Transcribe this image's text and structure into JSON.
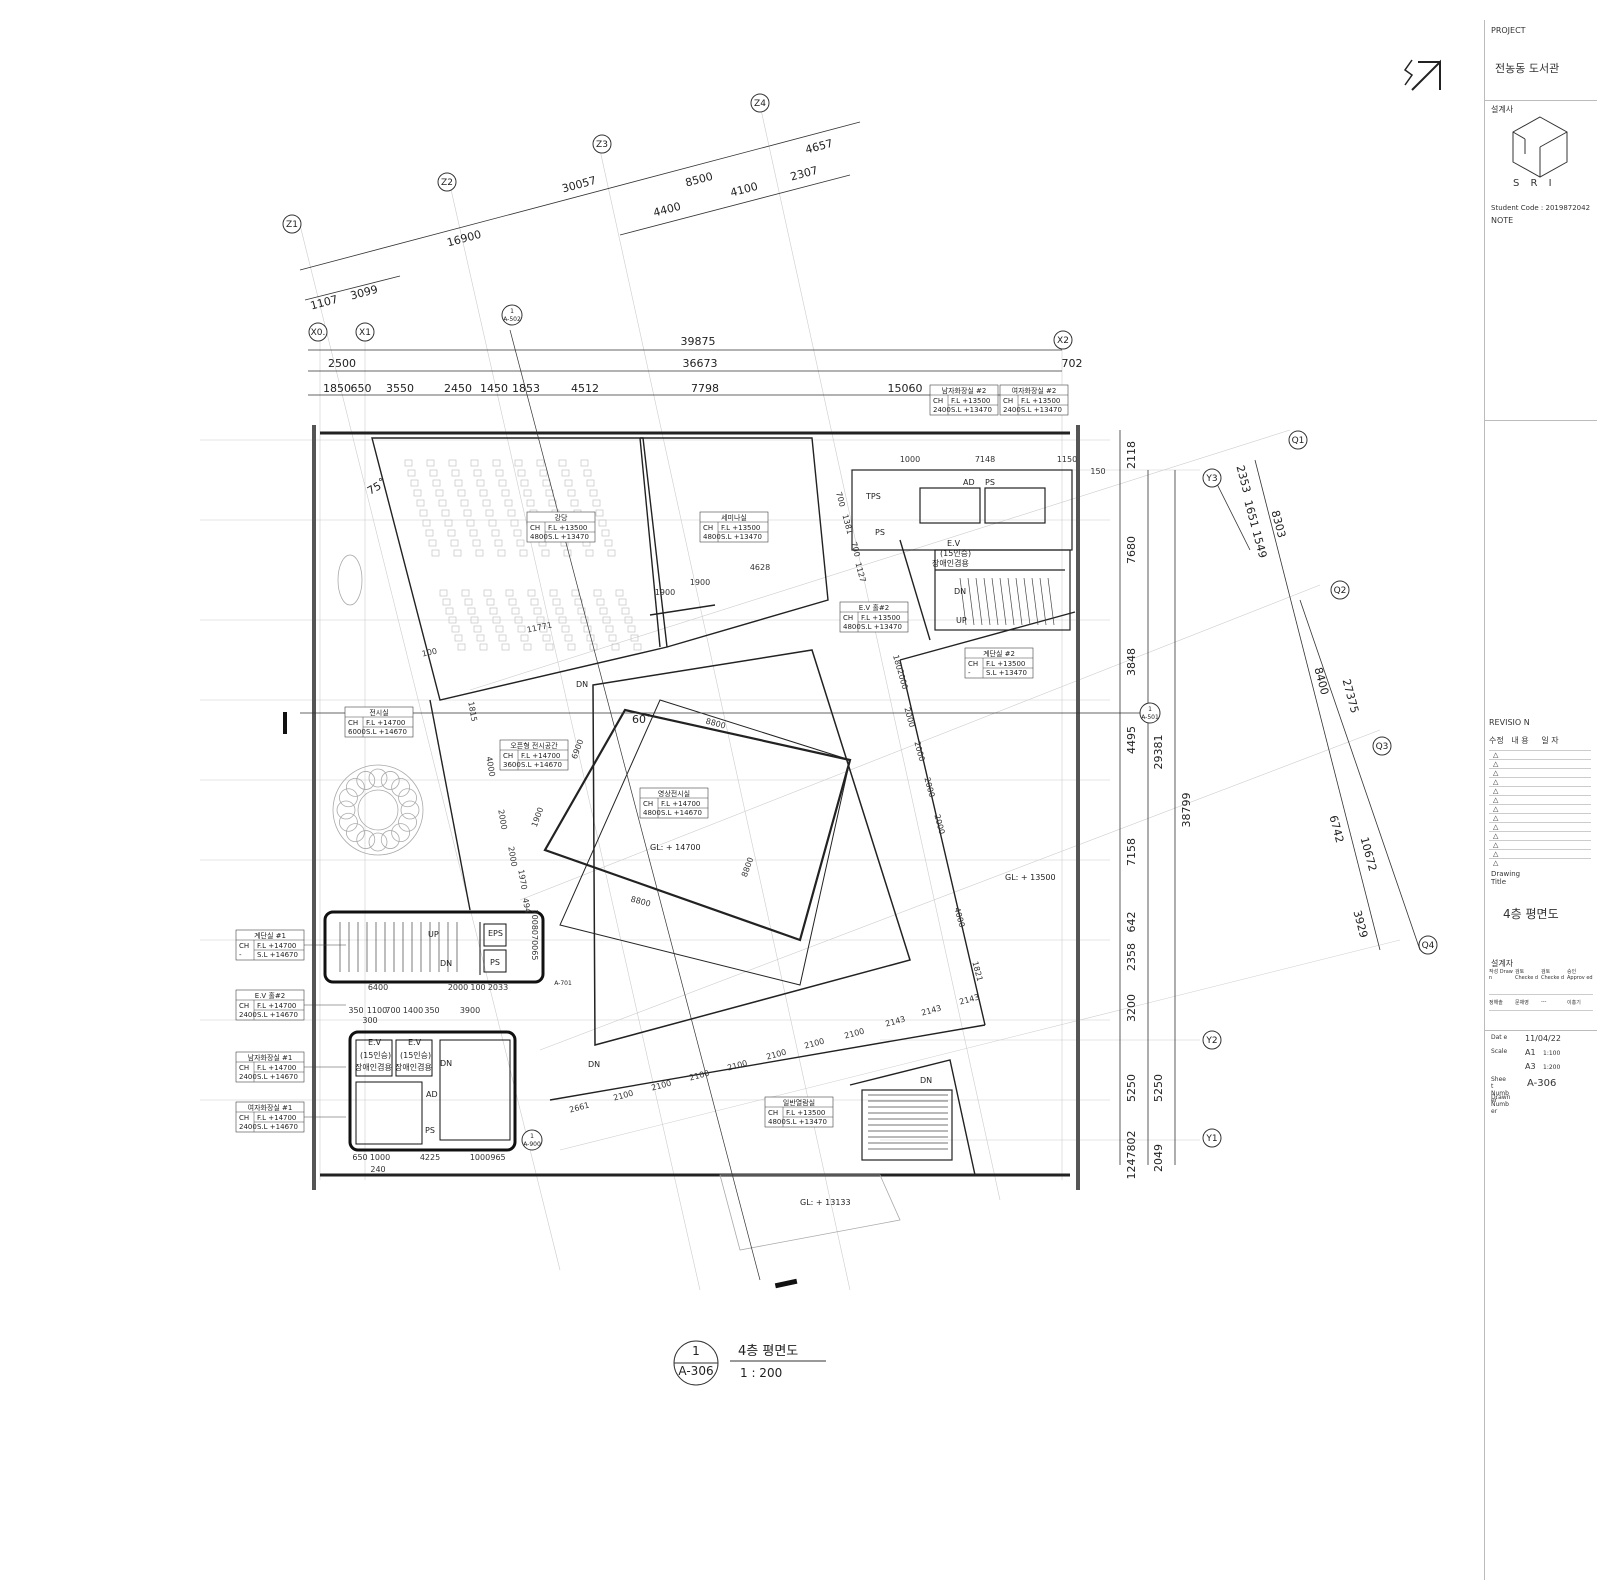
{
  "project": {
    "label": "PROJECT",
    "name": "전농동 도서관"
  },
  "designer": {
    "label": "설계사",
    "logo_text": "S R I",
    "student_code": "Student Code : 2019872042",
    "note": "NOTE"
  },
  "revision": {
    "label": "REVISIO N",
    "headers": [
      "수정",
      "내 용",
      "일 자"
    ]
  },
  "drawing_title": {
    "label": "Drawing Title",
    "value": "4층 평면도"
  },
  "approval": {
    "label": "설계자",
    "headers": [
      "작성 Draw n",
      "검토 Checke d",
      "검토 Checke d",
      "승인 Approv ed"
    ],
    "values": [
      "정해솔",
      "문채영",
      "---",
      "이홍기"
    ]
  },
  "sheet": {
    "date_label": "Dat e",
    "date": "11/04/22",
    "scale_label": "Scale",
    "a1": "A1",
    "a1_scale": "1:100",
    "a3": "A3",
    "a3_scale": "1:200",
    "sheet_label": "Shee t Numb er",
    "sheet_no": "A-306",
    "drawn_label": "Drawn Numb er"
  },
  "plan_title": {
    "number": "1",
    "sheet": "A-306",
    "name": "4층 평면도",
    "scale": "1 : 200"
  },
  "grid_bubbles": {
    "z": [
      "Z1",
      "Z2",
      "Z3",
      "Z4"
    ],
    "x": [
      "X0.",
      "X1",
      "X2"
    ],
    "y": [
      "Y3",
      "Y2",
      "Y1"
    ],
    "q": [
      "Q1",
      "Q2",
      "Q3",
      "Q4"
    ]
  },
  "dims_top": {
    "oblique_1": [
      "16900",
      "30057",
      "8500",
      "4657"
    ],
    "oblique_2": [
      "4400",
      "4100",
      "2307"
    ],
    "oblique_3": [
      "1107",
      "3099"
    ],
    "total": "39875",
    "row2": [
      "2500",
      "36673",
      "702"
    ],
    "row3": [
      "1850",
      "650",
      "3550",
      "2450",
      "1450",
      "1853",
      "4512",
      "7798",
      "15060"
    ]
  },
  "dims_right": {
    "col1": [
      "2118",
      "7680",
      "3848",
      "4495",
      "7158",
      "642",
      "2358",
      "3200",
      "5250",
      "1247802"
    ],
    "col2": [
      "29381",
      "5250",
      "2049"
    ],
    "total": "38799",
    "oblique": [
      "2353",
      "1651 1549",
      "8303",
      "8400",
      "27375",
      "6742",
      "10672",
      "3929"
    ]
  },
  "rooms": [
    {
      "name": "강당",
      "ch": "CH",
      "chv": "4800",
      "fl": "F.L  +13500",
      "sl": "S.L  +13470"
    },
    {
      "name": "세미나실",
      "ch": "CH",
      "chv": "4800",
      "fl": "F.L  +13500",
      "sl": "S.L  +13470"
    },
    {
      "name": "남자화장실 #2",
      "ch": "CH",
      "chv": "2400",
      "fl": "F.L  +13500",
      "sl": "S.L  +13470"
    },
    {
      "name": "여자화장실 #2",
      "ch": "CH",
      "chv": "2400",
      "fl": "F.L  +13500",
      "sl": "S.L  +13470"
    },
    {
      "name": "E.V 홀#2",
      "ch": "CH",
      "chv": "4800",
      "fl": "F.L  +13500",
      "sl": "S.L  +13470"
    },
    {
      "name": "계단실 #2",
      "ch": "CH",
      "chv": "-",
      "fl": "F.L  +13500",
      "sl": "S.L  +13470"
    },
    {
      "name": "전시실",
      "ch": "CH",
      "chv": "6000",
      "fl": "F.L  +14700",
      "sl": "S.L  +14670"
    },
    {
      "name": "오픈형 전시공간",
      "ch": "CH",
      "chv": "3600",
      "fl": "F.L  +14700",
      "sl": "S.L  +14670"
    },
    {
      "name": "영상전시실",
      "ch": "CH",
      "chv": "4800",
      "fl": "F.L  +14700",
      "sl": "S.L  +14670"
    },
    {
      "name": "일반열람실",
      "ch": "CH",
      "chv": "4800",
      "fl": "F.L  +13500",
      "sl": "S.L  +13470"
    }
  ],
  "left_tags": [
    {
      "name": "계단실 #1",
      "ch": "CH",
      "chv": "-",
      "fl": "F.L  +14700",
      "sl": "S.L  +14670"
    },
    {
      "name": "E.V 홀#2",
      "ch": "CH",
      "chv": "2400",
      "fl": "F.L  +14700",
      "sl": "S.L  +14670"
    },
    {
      "name": "남자화장실 #1",
      "ch": "CH",
      "chv": "2400",
      "fl": "F.L  +14700",
      "sl": "S.L  +14670"
    },
    {
      "name": "여자화장실 #1",
      "ch": "CH",
      "chv": "2400",
      "fl": "F.L  +14700",
      "sl": "S.L  +14670"
    }
  ],
  "annotations": {
    "ev": "E.V",
    "ev_sub": "(15인승)",
    "ev_sub2": "장애인겸용",
    "ad": "AD",
    "ps": "PS",
    "tps": "TPS",
    "eps": "EPS",
    "up": "UP",
    "dn": "DN",
    "gl_1": "GL: + 14700",
    "gl_2": "GL: + 13500",
    "gl_3": "GL: + 13133",
    "angle_75": "75˚",
    "angle_60": "60˚",
    "ref_a502": "A-502",
    "ref_a501": "A-501",
    "ref_a701": "A-701",
    "ref_a900": "A-900",
    "ref_1": "1",
    "dim_inner": [
      "1000",
      "7148",
      "1150",
      "150",
      "700",
      "1381",
      "700",
      "1127",
      "1900",
      "1900",
      "4628",
      "11771",
      "100",
      "1815",
      "4000",
      "2000",
      "2000",
      "1970",
      "494",
      "6900",
      "8800",
      "8800",
      "8800",
      "1900",
      "180",
      "2000",
      "2000",
      "2000",
      "2000",
      "2000",
      "4000",
      "1821",
      "2143",
      "2143",
      "2143",
      "2100",
      "2100",
      "2100",
      "2100",
      "2100",
      "2100",
      "2100",
      "2661",
      "6400",
      "2000",
      "100",
      "2033",
      "3900",
      "350",
      "1100",
      "700",
      "1400",
      "350",
      "300",
      "650",
      "1000",
      "4225",
      "1000",
      "965",
      "240",
      "7008070065"
    ]
  }
}
